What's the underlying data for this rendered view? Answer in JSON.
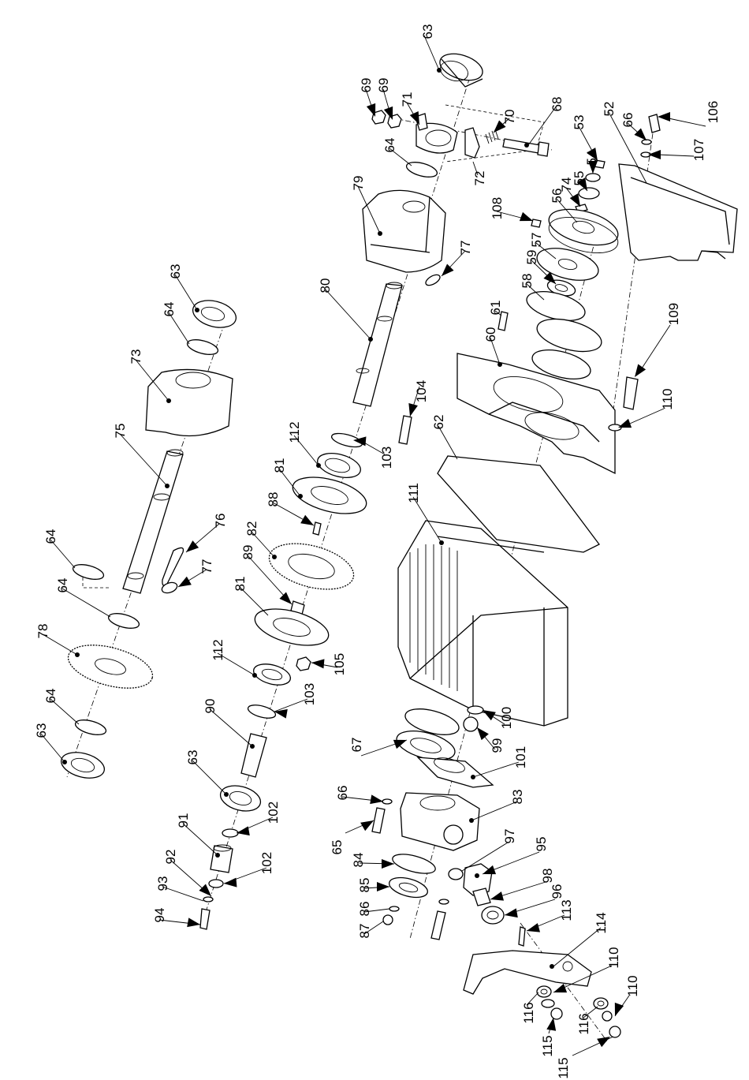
{
  "labels": [
    {
      "id": "63",
      "t": "63"
    },
    {
      "id": "69",
      "t": "69"
    },
    {
      "id": "69b",
      "t": "69"
    },
    {
      "id": "71",
      "t": "71"
    },
    {
      "id": "70",
      "t": "70"
    },
    {
      "id": "68",
      "t": "68"
    },
    {
      "id": "53",
      "t": "53"
    },
    {
      "id": "66",
      "t": "66"
    },
    {
      "id": "52",
      "t": "52"
    },
    {
      "id": "106",
      "t": "106"
    },
    {
      "id": "107",
      "t": "107"
    },
    {
      "id": "54",
      "t": "54"
    },
    {
      "id": "64",
      "t": "64"
    },
    {
      "id": "72",
      "t": "72"
    },
    {
      "id": "55",
      "t": "55"
    },
    {
      "id": "74",
      "t": "74"
    },
    {
      "id": "79",
      "t": "79"
    },
    {
      "id": "108",
      "t": "108"
    },
    {
      "id": "56",
      "t": "56"
    },
    {
      "id": "57",
      "t": "57"
    },
    {
      "id": "63b",
      "t": "63"
    },
    {
      "id": "77",
      "t": "77"
    },
    {
      "id": "59",
      "t": "59"
    },
    {
      "id": "80",
      "t": "80"
    },
    {
      "id": "58",
      "t": "58"
    },
    {
      "id": "64b",
      "t": "64"
    },
    {
      "id": "61",
      "t": "61"
    },
    {
      "id": "60",
      "t": "60"
    },
    {
      "id": "73",
      "t": "73"
    },
    {
      "id": "109",
      "t": "109"
    },
    {
      "id": "104",
      "t": "104"
    },
    {
      "id": "75",
      "t": "75"
    },
    {
      "id": "110",
      "t": "110"
    },
    {
      "id": "112",
      "t": "112"
    },
    {
      "id": "62",
      "t": "62"
    },
    {
      "id": "103",
      "t": "103"
    },
    {
      "id": "81",
      "t": "81"
    },
    {
      "id": "111",
      "t": "111"
    },
    {
      "id": "88",
      "t": "88"
    },
    {
      "id": "76",
      "t": "76"
    },
    {
      "id": "82",
      "t": "82"
    },
    {
      "id": "64c",
      "t": "64"
    },
    {
      "id": "77b",
      "t": "77"
    },
    {
      "id": "89",
      "t": "89"
    },
    {
      "id": "64d",
      "t": "64"
    },
    {
      "id": "81b",
      "t": "81"
    },
    {
      "id": "78",
      "t": "78"
    },
    {
      "id": "112b",
      "t": "112"
    },
    {
      "id": "105",
      "t": "105"
    },
    {
      "id": "103b",
      "t": "103"
    },
    {
      "id": "64e",
      "t": "64"
    },
    {
      "id": "90",
      "t": "90"
    },
    {
      "id": "100",
      "t": "100"
    },
    {
      "id": "63c",
      "t": "63"
    },
    {
      "id": "99",
      "t": "99"
    },
    {
      "id": "67",
      "t": "67"
    },
    {
      "id": "101",
      "t": "101"
    },
    {
      "id": "63d",
      "t": "63"
    },
    {
      "id": "66b",
      "t": "66"
    },
    {
      "id": "102",
      "t": "102"
    },
    {
      "id": "83",
      "t": "83"
    },
    {
      "id": "91",
      "t": "91"
    },
    {
      "id": "65",
      "t": "65"
    },
    {
      "id": "97",
      "t": "97"
    },
    {
      "id": "102b",
      "t": "102"
    },
    {
      "id": "95",
      "t": "95"
    },
    {
      "id": "92",
      "t": "92"
    },
    {
      "id": "84",
      "t": "84"
    },
    {
      "id": "93",
      "t": "93"
    },
    {
      "id": "98",
      "t": "98"
    },
    {
      "id": "85",
      "t": "85"
    },
    {
      "id": "96",
      "t": "96"
    },
    {
      "id": "94",
      "t": "94"
    },
    {
      "id": "86",
      "t": "86"
    },
    {
      "id": "113",
      "t": "113"
    },
    {
      "id": "87",
      "t": "87"
    },
    {
      "id": "114",
      "t": "114"
    },
    {
      "id": "110b",
      "t": "110"
    },
    {
      "id": "110c",
      "t": "110"
    },
    {
      "id": "116",
      "t": "116"
    },
    {
      "id": "116b",
      "t": "116"
    },
    {
      "id": "115",
      "t": "115"
    },
    {
      "id": "115b",
      "t": "115"
    }
  ]
}
